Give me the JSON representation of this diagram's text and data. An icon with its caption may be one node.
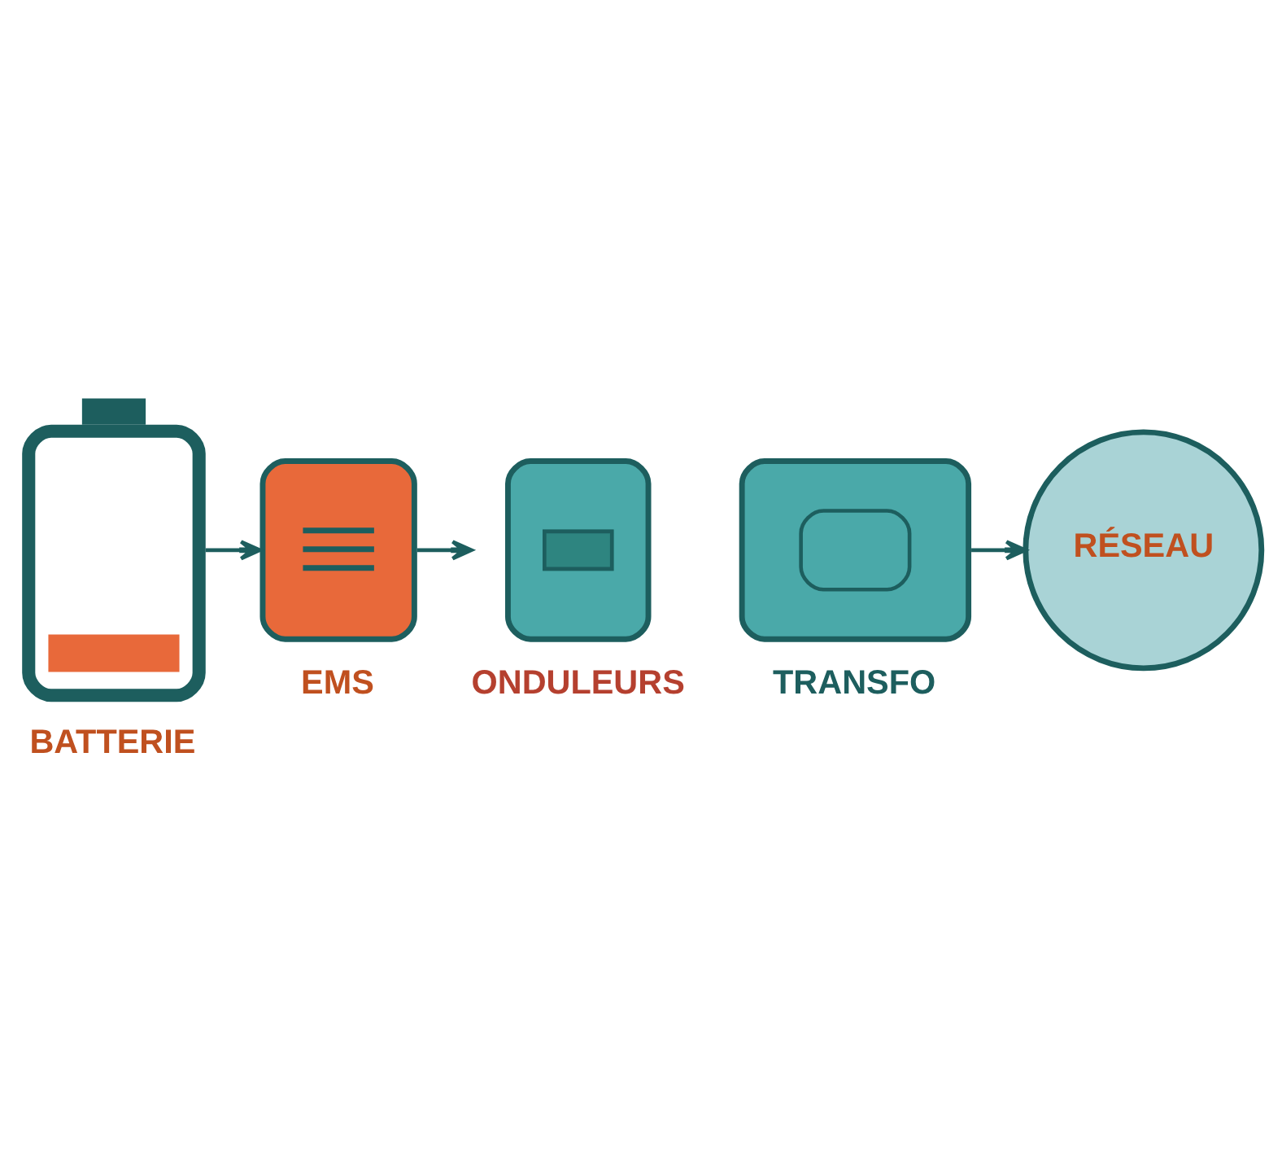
{
  "diagram": {
    "nodes": [
      {
        "text": [
          "BATTERIE"
        ]
      },
      {
        "text": [
          "EMS"
        ]
      },
      {
        "text": [
          "ONDULEURS"
        ]
      },
      {
        "text": [
          "TRANSFO"
        ]
      },
      {
        "text": [
          "RÉSEAU"
        ]
      }
    ],
    "edges": [
      {
        "from": 0,
        "to": 1,
        "arrow": "to"
      },
      {
        "from": 1,
        "to": 2,
        "arrow": "to"
      },
      {
        "from": 3,
        "to": 4,
        "arrow": "to"
      }
    ]
  }
}
